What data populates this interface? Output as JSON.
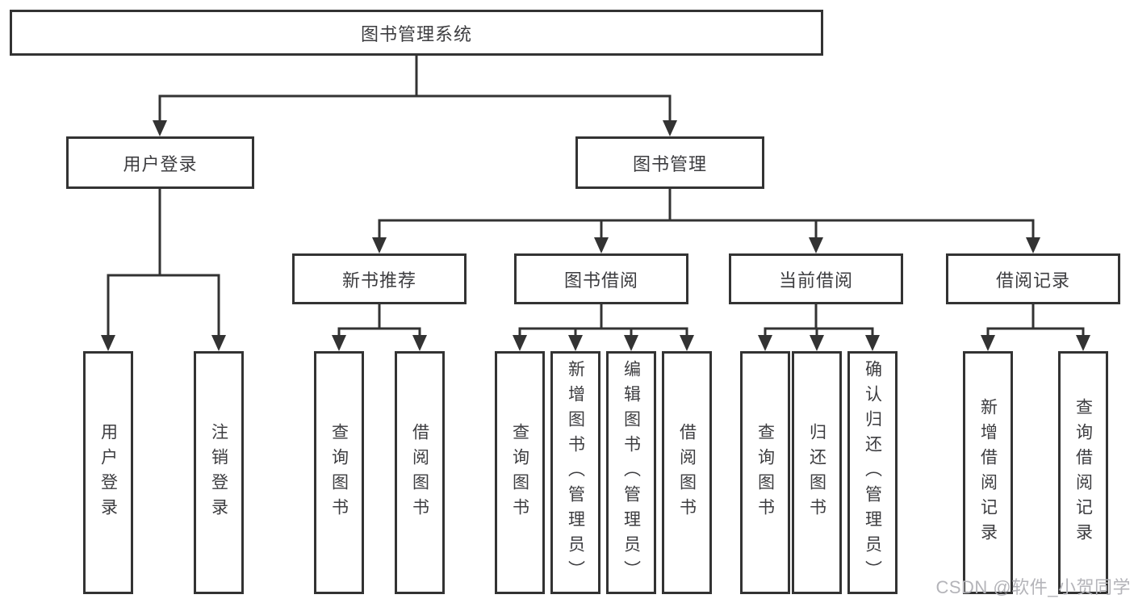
{
  "tree": {
    "root": {
      "label": "图书管理系统"
    },
    "user_login": {
      "label": "用户登录",
      "children": [
        "用户登录",
        "注销登录"
      ]
    },
    "book_management": {
      "label": "图书管理",
      "sections": [
        {
          "label": "新书推荐",
          "children": [
            "查询图书",
            "借阅图书"
          ]
        },
        {
          "label": "图书借阅",
          "children": [
            "查询图书",
            "新增图书（管理员）",
            "编辑图书（管理员）",
            "借阅图书"
          ]
        },
        {
          "label": "当前借阅",
          "children": [
            "查询图书",
            "归还图书",
            "确认归还（管理员）"
          ]
        },
        {
          "label": "借阅记录",
          "children": [
            "新增借阅记录",
            "查询借阅记录"
          ]
        }
      ]
    }
  },
  "watermark": "CSDN @软件_小贺同学",
  "colors": {
    "line": "#333333",
    "text": "#3d3d40",
    "box_background": "#ffffff",
    "watermark": "#b4b4b9"
  }
}
